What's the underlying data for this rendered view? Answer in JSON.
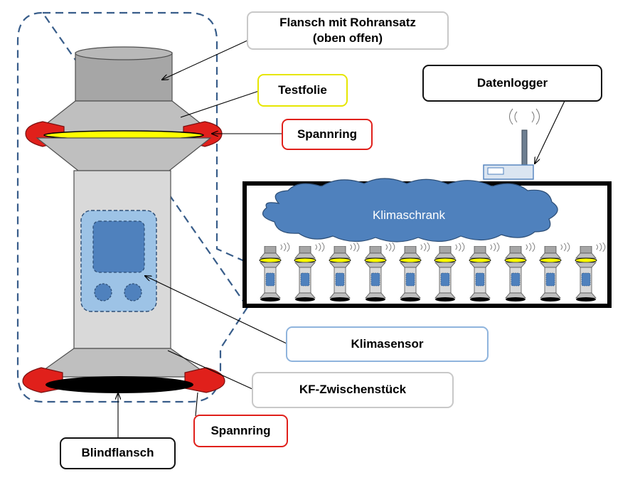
{
  "labels": {
    "flansch_line1": "Flansch mit Rohransatz",
    "flansch_line2": "(oben offen)",
    "testfolie": "Testfolie",
    "spannring_top": "Spannring",
    "datenlogger": "Datenlogger",
    "klimaschrank": "Klimaschrank",
    "klimasensor": "Klimasensor",
    "kf_zwischenstueck": "KF-Zwischenstück",
    "spannring_bottom": "Spannring",
    "blindflansch": "Blindflansch"
  },
  "colors": {
    "tube_gray": "#a6a6a6",
    "body_light": "#d9d9d9",
    "cone_gray": "#bfbfbf",
    "ring_red": "#e0201b",
    "foil_yellow": "#ffff00",
    "sensor_blue": "#4f81bd",
    "sensor_light": "#9dc3e6",
    "dashed_outline": "#385d8a",
    "cabinet_border": "#000000"
  },
  "cabinet": {
    "sample_count": 10
  }
}
